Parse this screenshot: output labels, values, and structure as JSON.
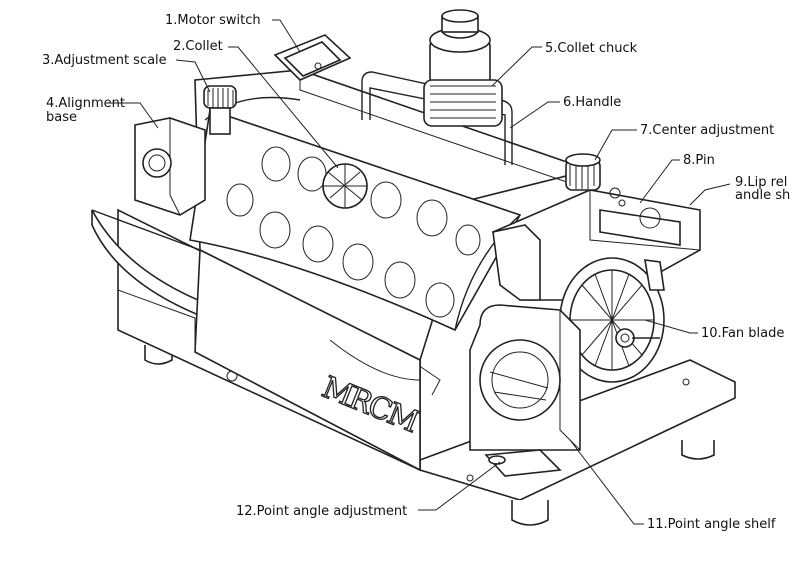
{
  "diagram": {
    "brand_text": "MRCM",
    "parts": [
      {
        "id": "motor-switch",
        "label": "1.Motor switch"
      },
      {
        "id": "collet",
        "label": "2.Collet"
      },
      {
        "id": "adjustment-scale",
        "label": "3.Adjustment scale"
      },
      {
        "id": "alignment-base",
        "label": "4.Alignment\nbase"
      },
      {
        "id": "collet-chuck",
        "label": "5.Collet chuck"
      },
      {
        "id": "handle",
        "label": "6.Handle"
      },
      {
        "id": "center-adjustment",
        "label": "7.Center adjustment"
      },
      {
        "id": "pin",
        "label": "8.Pin"
      },
      {
        "id": "lip-relief-angle-shelf",
        "label": "9.Lip rel\nandle sh"
      },
      {
        "id": "fan-blade",
        "label": "10.Fan blade"
      },
      {
        "id": "point-angle-shelf",
        "label": "11.Point angle shelf"
      },
      {
        "id": "point-angle-adjustment",
        "label": "12.Point angle adjustment"
      }
    ]
  }
}
